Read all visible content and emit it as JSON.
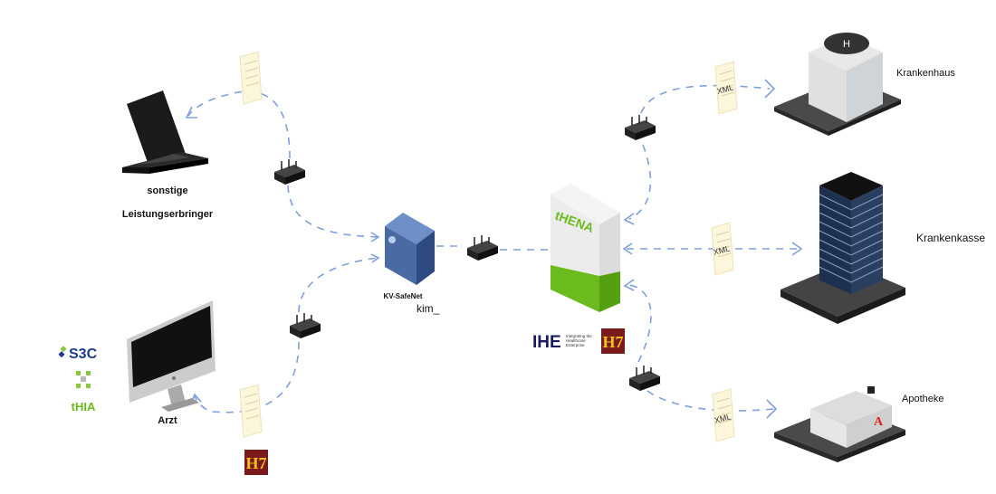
{
  "nodes": {
    "other_providers": {
      "label_line1": "sonstige",
      "label_line2": "Leistungserbringer"
    },
    "doctor": {
      "label": "Arzt"
    },
    "kv_safenet": {
      "label": "KV-SafeNet",
      "sublabel": "kim_"
    },
    "thena": {
      "label": "tHENA"
    },
    "hospital": {
      "label": "Krankenhaus"
    },
    "insurance": {
      "label": "Krankenkasse"
    },
    "pharmacy": {
      "label": "Apotheke"
    }
  },
  "documents": {
    "xml_label": "XML"
  },
  "logos": {
    "s3c": "S3C",
    "thia": "tHIA",
    "ihe": "IHE",
    "ihe_tagline": "Integrating the Healthcare Enterprise",
    "hl7": "H7"
  },
  "colors": {
    "flow": "#7fa0dc",
    "thena_green": "#6cbb1e",
    "server_blue": "#4a6aa3"
  }
}
